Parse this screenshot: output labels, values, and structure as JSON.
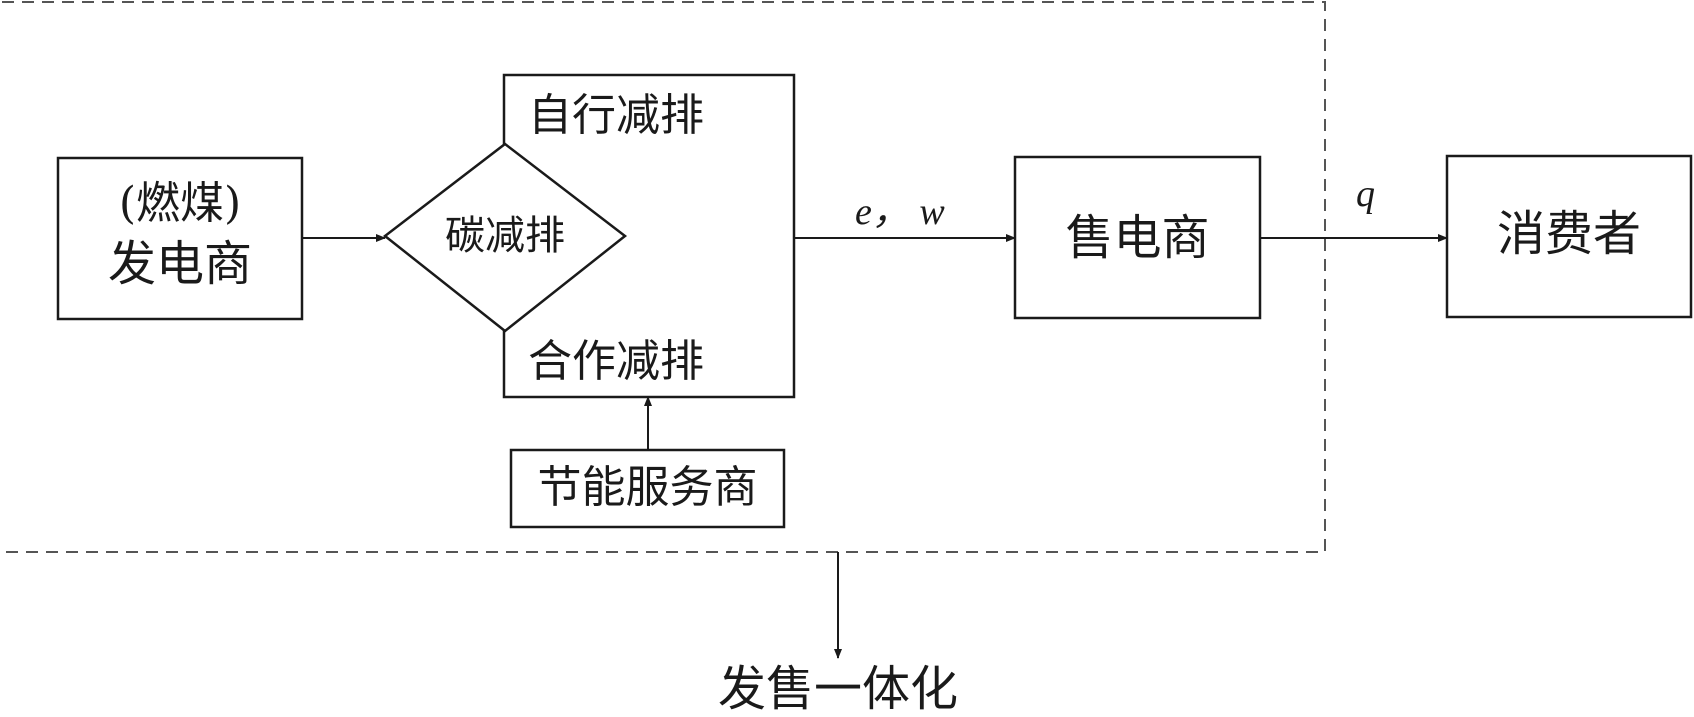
{
  "diagram": {
    "generator": {
      "line1": "(燃煤)",
      "line2": "发电商"
    },
    "decision": {
      "label": "碳减排"
    },
    "branch_top": {
      "label": "自行减排"
    },
    "branch_bottom": {
      "label": "合作减排"
    },
    "esco": {
      "label": "节能服务商"
    },
    "retailer": {
      "label": "售电商"
    },
    "consumer": {
      "label": "消费者"
    },
    "edge_generator_retailer": {
      "label": "e， w"
    },
    "edge_retailer_consumer": {
      "label": "q"
    },
    "integration": {
      "label": "发售一体化"
    }
  }
}
